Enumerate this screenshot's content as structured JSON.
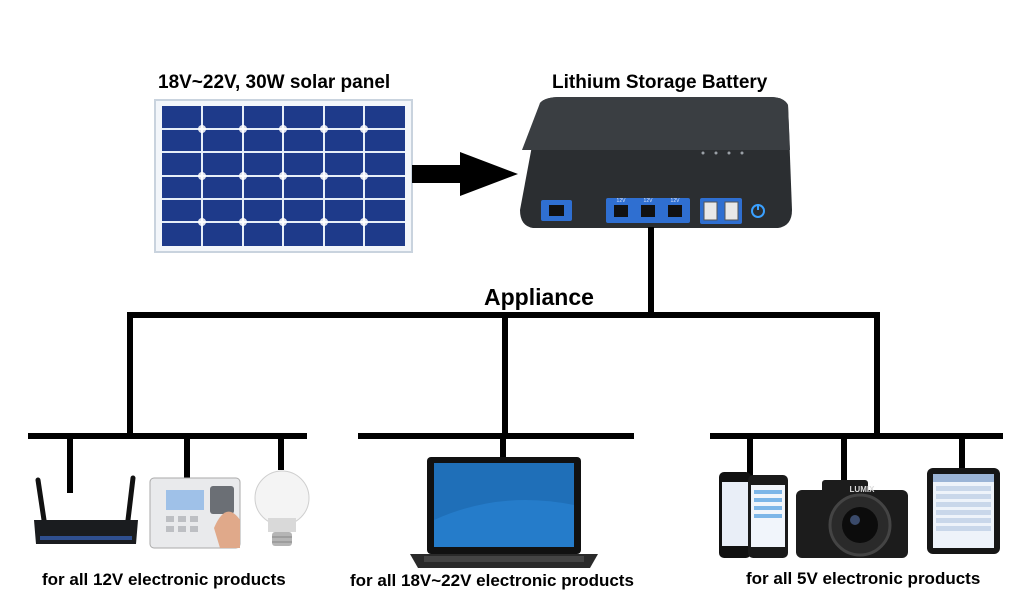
{
  "solar_panel": {
    "label": "18V~22V, 30W solar panel"
  },
  "battery": {
    "label": "Lithium Storage Battery",
    "port_labels": [
      "12V",
      "12V",
      "12V"
    ]
  },
  "appliance_label": "Appliance",
  "groups": [
    {
      "label": "for all 12V electronic products",
      "devices": [
        "router",
        "fingerprint-terminal",
        "led-bulb"
      ]
    },
    {
      "label": "for all 18V~22V electronic products",
      "devices": [
        "laptop"
      ]
    },
    {
      "label": "for all 5V electronic products",
      "devices": [
        "smartphones",
        "camera",
        "tablet"
      ]
    }
  ],
  "devices_text": {
    "camera_brand": "LUMIX"
  },
  "colors": {
    "panel_cell": "#1e3a8a",
    "panel_grid": "#e6eef8",
    "battery_body": "#2b2e31",
    "port_blue": "#2f6fd1",
    "power_led": "#3aa0ff",
    "line": "#000000"
  }
}
